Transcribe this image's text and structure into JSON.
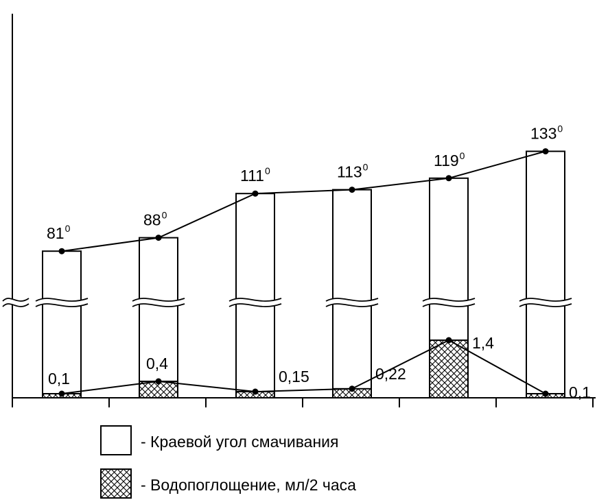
{
  "chart_data": {
    "type": "bar",
    "x_categories": 6,
    "axis_break": true,
    "grid": false,
    "legend_position": "bottom",
    "series": [
      {
        "name": "- Краевой угол смачивания",
        "values": [
          81,
          88,
          111,
          113,
          119,
          133
        ],
        "labels": [
          "81",
          "88",
          "111",
          "113",
          "119",
          "133"
        ],
        "label_superscript": "0",
        "fill": "plain",
        "connected_by_line": true
      },
      {
        "name": "- Водопоглощение, мл/2 часа",
        "values": [
          0.1,
          0.4,
          0.15,
          0.22,
          1.4,
          0.1
        ],
        "labels": [
          "0,1",
          "0,4",
          "0,15",
          "0,22",
          "1,4",
          "0,1"
        ],
        "fill": "crosshatch",
        "connected_by_line": true
      }
    ]
  }
}
